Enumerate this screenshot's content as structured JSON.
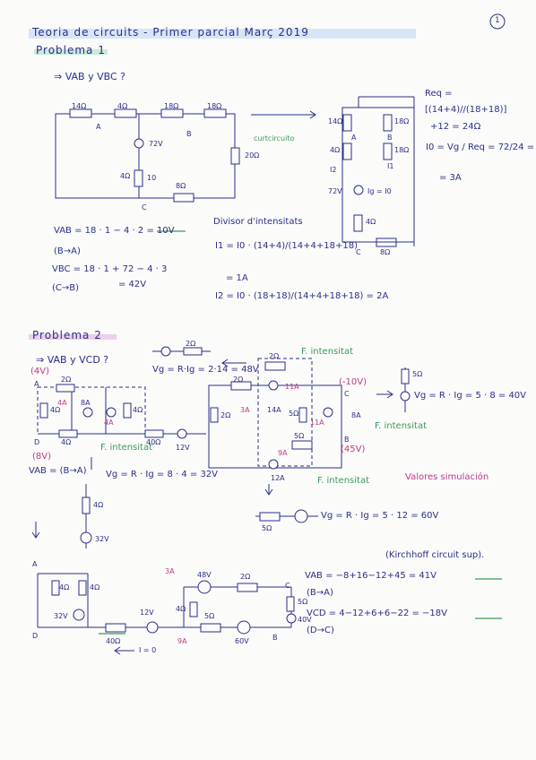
{
  "header": {
    "title": "Teoria de circuits - Primer parcial Març 2019",
    "page_number": "1"
  },
  "p1": {
    "heading": "Problema 1",
    "question": "⇒ VAB y VBC ?",
    "circuit": {
      "r_top1": "14Ω",
      "r_top2": "4Ω",
      "r_top3": "18Ω",
      "r_top4": "18Ω",
      "node_a": "A",
      "node_b": "B",
      "node_c": "C",
      "source": "72V",
      "short_label": "curtcircuito",
      "r_right": "20Ω",
      "r_left": "4Ω",
      "current": "10",
      "r_bottom": "8Ω"
    },
    "req": {
      "l1": "Req =",
      "l2": "[(14+4)//(18+18)]",
      "l3": "+12 = 24Ω",
      "l4": "I0 = Vg / Req = 72/24 =",
      "l5": "= 3A"
    },
    "eq_vab": "VAB = 18 · 1 − 4 · 2 = 10V",
    "eq_vab_dir": "(B→A)",
    "eq_vbc": "VBC = 18 · 1 + 72 − 4 · 3",
    "eq_vbc_dir": "(C→B)",
    "eq_vbc_res": "= 42V",
    "divisor_title": "Divisor d'intensitats",
    "i1_eq": "I1 = I0 · (14+4)/(14+4+18+18)",
    "i1_res": "= 1A",
    "i2_eq": "I2 = I0 · (18+18)/(14+4+18+18) = 2A",
    "circuit2": {
      "r1": "14Ω",
      "r2": "18Ω",
      "r3": "4Ω",
      "r4": "18Ω",
      "a": "A",
      "b": "B",
      "c": "C",
      "i2": "I2",
      "i1": "I1",
      "v": "72V",
      "ig": "Ig = I0",
      "r5": "4Ω",
      "r6": "8Ω"
    }
  },
  "p2": {
    "heading": "Problema 2",
    "question": "⇒ VAB y VCD ?",
    "vA": "(4V)",
    "vD": "(8V)",
    "vC": "(-10V)",
    "vB": "(45V)",
    "top_eq": "Vg = R·Ig = 2·14 = 48V",
    "top_r": "2Ω",
    "fi_label": "F. intensitat",
    "left_eq_label": "VAB = (B→A)",
    "left_vg": "Vg = R · Ig = 8 · 4 = 32V",
    "right_vg": "Vg = R · Ig = 5 · 8 = 40V",
    "right_r": "5Ω",
    "mid_vg": "Vg = R · Ig = 5 · 12 = 60V",
    "mid_r": "5Ω",
    "valores": "Valores simulación",
    "src_4": "4Ω",
    "src_32": "32V",
    "c1": {
      "r_2a": "2Ω",
      "cur4a": "4A",
      "cur8a": "8A",
      "cur4a2": "4A",
      "r_4a": "4Ω",
      "r_4b": "4Ω",
      "r_4c": "4Ω",
      "r_40": "40Ω",
      "v12": "12V",
      "a": "A",
      "d": "D"
    },
    "c2": {
      "r2a": "2Ω",
      "r2b": "2Ω",
      "i11": "11A",
      "i3": "3A",
      "i14": "14A",
      "r2c": "2Ω",
      "r5": "5Ω",
      "i11b": "11A",
      "i8": "8A",
      "c": "C",
      "b": "B",
      "r5b": "5Ω",
      "i9": "9A",
      "i12": "12A"
    },
    "c3": {
      "a": "A",
      "d": "D",
      "r4a": "4Ω",
      "r4b": "4Ω",
      "v32": "32V",
      "r40": "40Ω",
      "v12": "12V",
      "i3": "3A",
      "v48": "48V",
      "r2": "2Ω",
      "r4": "4Ω",
      "c": "C",
      "r5": "5Ω",
      "v40": "40V",
      "r5b": "5Ω",
      "i9": "9A",
      "v60": "60V",
      "b": "B",
      "i0": "I = 0"
    },
    "kirch_title": "(Kirchhoff circuit sup).",
    "vab_final": "VAB = −8+16−12+45 = 41V",
    "vab_dir": "(B→A)",
    "vcd_final": "VCD = 4−12+6+6−22 = −18V",
    "vcd_dir": "(D→C)"
  }
}
